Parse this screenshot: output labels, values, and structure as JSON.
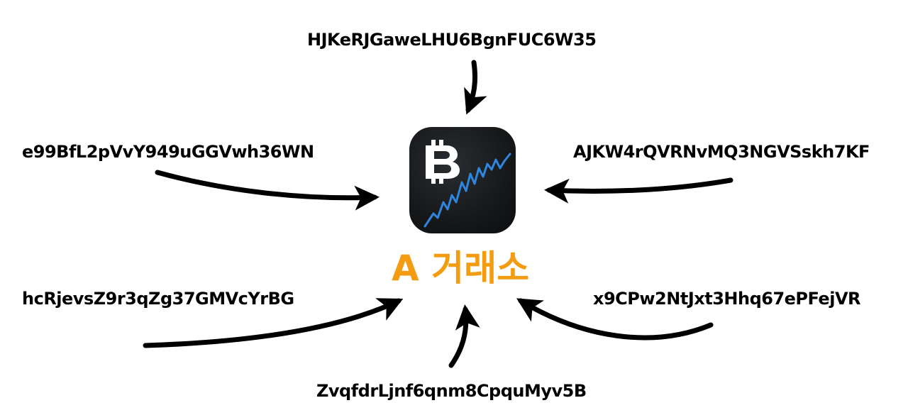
{
  "addresses": {
    "top": "HJKeRJGaweLHU6BgnFUC6W35",
    "left_upper": "e99BfL2pVvY949uGGVwh36WN",
    "right_upper": "AJKW4rQVRNvMQ3NGVSskh7KF",
    "left_lower": "hcRjevsZ9r3qZg37GMVcYrBG",
    "right_lower": "x9CPw2NtJxt3Hhq67ePFejVR",
    "bottom": "ZvqfdrLjnf6qnm8CpquMyv5B"
  },
  "exchange": {
    "name": "A 거래소",
    "color": "#f39c12"
  },
  "icon": {
    "symbol": "bitcoin-icon",
    "chart_color": "#2e86de"
  }
}
